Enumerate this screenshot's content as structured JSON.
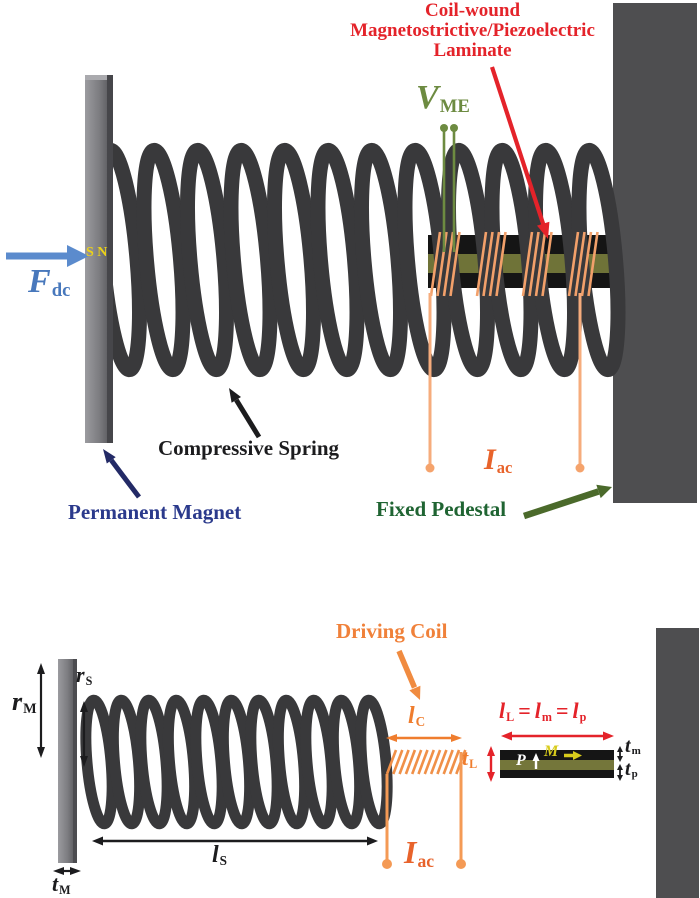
{
  "colors": {
    "red": "#e4232a",
    "olive_green": "#6d8b41",
    "dark_green_text": "#1f6432",
    "green_arrow": "#4b6a2b",
    "orange_text": "#ef7d2e",
    "orange_deep": "#e8632b",
    "orange_light": "#f6ac7c",
    "blue": "#4878bc",
    "navy": "#2b3a8c",
    "yellow": "#ecd218",
    "spring_gray": "#39393b",
    "pedestal_gray": "#4e4e50",
    "laminate_black": "#151515",
    "laminate_olive": "#6f7338"
  },
  "top": {
    "title_lines": [
      "Coil-wound",
      "Magnetostrictive/Piezoelectric",
      "Laminate"
    ],
    "v_me": {
      "main": "V",
      "sub": "ME"
    },
    "f_dc": {
      "main": "F",
      "sub": "dc"
    },
    "pole_s": "S",
    "pole_n": "N",
    "compressive_spring": "Compressive Spring",
    "permanent_magnet": "Permanent Magnet",
    "i_ac": {
      "main": "I",
      "sub": "ac"
    },
    "fixed_pedestal": "Fixed Pedestal"
  },
  "bottom": {
    "driving_coil": "Driving Coil",
    "r_m": {
      "main": "r",
      "sub": "M"
    },
    "r_s": {
      "main": "r",
      "sub": "S"
    },
    "t_mag": {
      "main": "t",
      "sub": "M"
    },
    "l_s": {
      "main": "l",
      "sub": "S"
    },
    "l_c": {
      "main": "l",
      "sub": "C"
    },
    "t_l": {
      "main": "t",
      "sub": "L"
    },
    "i_ac": {
      "main": "I",
      "sub": "ac"
    },
    "equation": {
      "v1": "l",
      "s1": "L",
      "op1": "=",
      "v2": "l",
      "s2": "m",
      "op2": "=",
      "v3": "l",
      "s3": "p"
    },
    "magnetization": "M",
    "polarization": "P",
    "t_m": {
      "main": "t",
      "sub": "m"
    },
    "t_p": {
      "main": "t",
      "sub": "p"
    }
  }
}
